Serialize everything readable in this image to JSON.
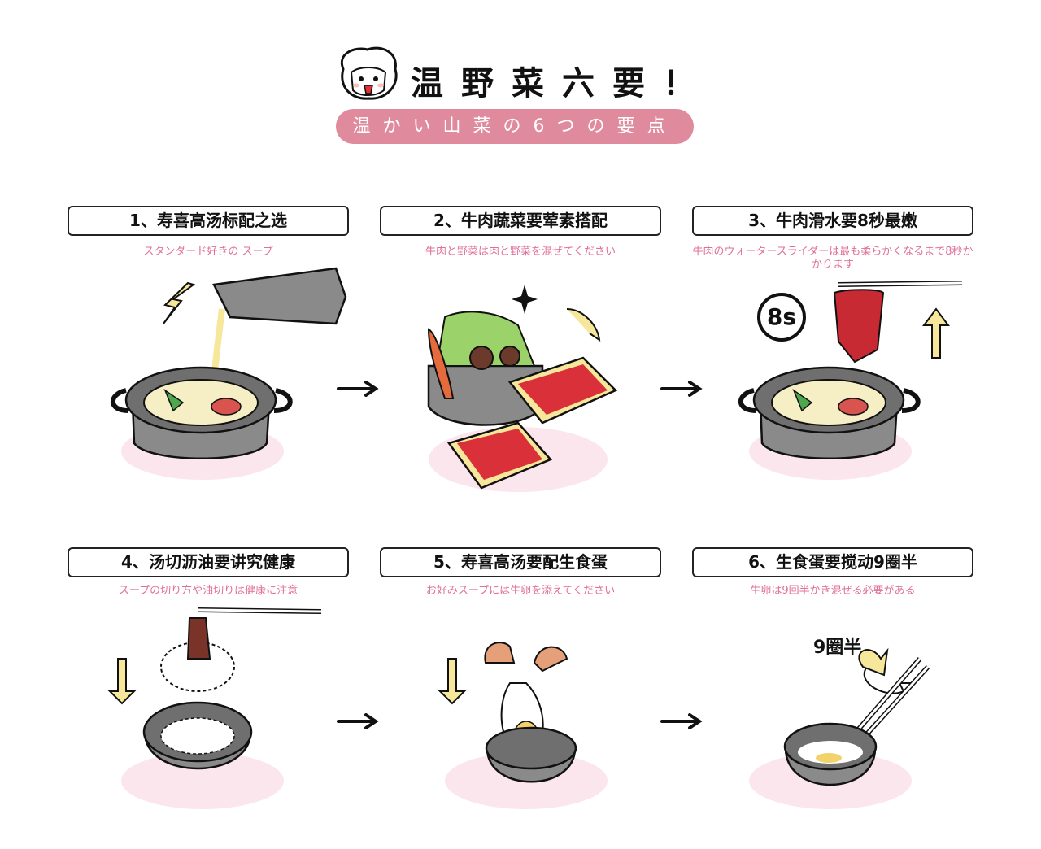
{
  "header": {
    "title": "温野菜六要！",
    "subtitle": "温かい山菜の6つの要点"
  },
  "steps": [
    {
      "heading": "1、寿喜高汤标配之选",
      "caption": "スタンダード好きの スープ"
    },
    {
      "heading": "2、牛肉蔬菜要荤素搭配",
      "caption": "牛肉と野菜は肉と野菜を混ぜてください"
    },
    {
      "heading": "3、牛肉滑水要8秒最嫩",
      "caption": "牛肉のウォータースライダーは最も柔らかくなるまで8秒かかります",
      "timer_label": "8s"
    },
    {
      "heading": "4、汤切沥油要讲究健康",
      "caption": "スープの切り方や油切りは健康に注意"
    },
    {
      "heading": "5、寿喜高汤要配生食蛋",
      "caption": "お好みスープには生卵を添えてください"
    },
    {
      "heading": "6、生食蛋要搅动9圈半",
      "caption": "生卵は9回半かき混ぜる必要がある",
      "stir_label": "9圈半"
    }
  ],
  "colors": {
    "accent_pink": "#e08a9e",
    "caption_pink": "#e0709a",
    "shadow": "#fbe6ee",
    "pot_gray": "#8a8a8a",
    "arrow_yellow": "#f6e79a"
  }
}
